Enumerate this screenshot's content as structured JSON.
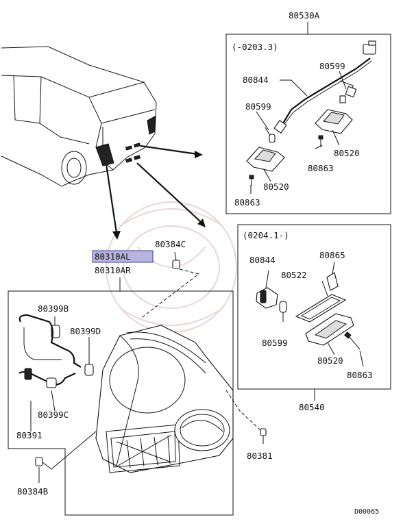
{
  "diagram_id": "D00065",
  "boxes": {
    "upper_inset": {
      "label": "80530A",
      "range": "(-0203.3)"
    },
    "lower_inset": {
      "label": "80540",
      "range": "(0204.1-)"
    }
  },
  "parts": {
    "tail_lamp_left": "80310AL",
    "tail_lamp_right": "80310AR",
    "screw_80384c": "80384C",
    "socket_80399b": "80399B",
    "bulb_80399d": "80399D",
    "bulb_80399c": "80399C",
    "harness_80391": "80391",
    "screw_80384b": "80384B",
    "screw_80381": "80381",
    "upper_harness": "80844",
    "upper_bulb_a": "80599",
    "upper_bulb_b": "80599",
    "upper_lamp_a": "80520",
    "upper_lamp_b": "80520",
    "upper_screw_a": "80863",
    "upper_screw_b": "80863",
    "lower_socket": "80844",
    "lower_bulb_cover": "80865",
    "lower_lens": "80522",
    "lower_bulb": "80599",
    "lower_lamp": "80520",
    "lower_screw": "80863"
  }
}
